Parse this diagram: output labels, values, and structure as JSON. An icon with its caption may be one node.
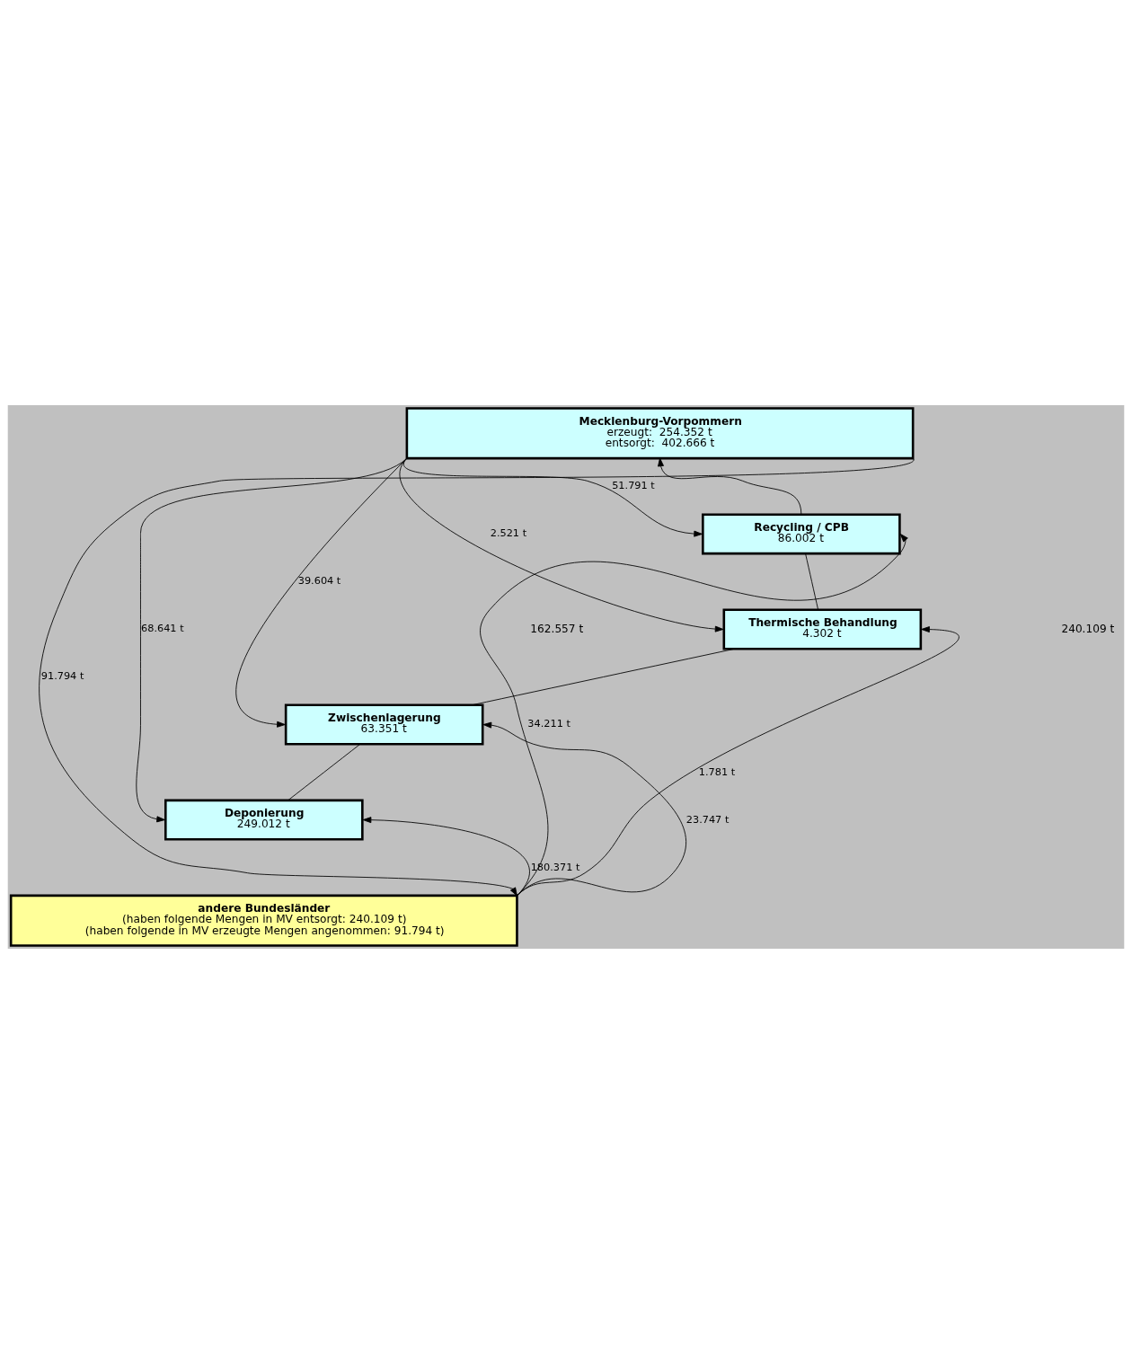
{
  "diagram": {
    "nodes": [
      {
        "text": [
          "Mecklenburg-Vorpommern",
          "erzeugt:  254.352 t",
          "entsorgt:  402.666 t"
        ]
      },
      {
        "text": [
          "Recycling / CPB",
          "86.002 t"
        ]
      },
      {
        "text": [
          "Thermische Behandlung",
          "4.302 t"
        ]
      },
      {
        "text": [
          "Zwischenlagerung",
          "63.351 t"
        ]
      },
      {
        "text": [
          "Deponierung",
          "249.012 t"
        ]
      },
      {
        "text": [
          "andere Bundesländer",
          "(haben folgende Mengen in MV entsorgt: 240.109 t)",
          "(haben folgende in MV erzeugte Mengen angenommen: 91.794 t)"
        ]
      }
    ],
    "edges": [
      {
        "from": 1,
        "to": 0,
        "arrow": "to"
      },
      {
        "from": 1,
        "to": 2,
        "arrow": "none"
      },
      {
        "from": 2,
        "to": 3,
        "arrow": "none"
      },
      {
        "from": 3,
        "to": 4,
        "arrow": "none"
      },
      {
        "from": 0,
        "to": 1,
        "arrow": "to",
        "label": "51.791 t"
      },
      {
        "from": 0,
        "to": 2,
        "arrow": "to",
        "label": "2.521 t"
      },
      {
        "from": 0,
        "to": 3,
        "arrow": "to",
        "label": "39.604 t"
      },
      {
        "from": 0,
        "to": 4,
        "arrow": "to",
        "label": "68.641 t"
      },
      {
        "from": 5,
        "to": 1,
        "arrow": "to",
        "label": "34.211 t"
      },
      {
        "from": 5,
        "to": 2,
        "arrow": "to",
        "label": "1.781 t"
      },
      {
        "from": 5,
        "to": 3,
        "arrow": "to",
        "label": "23.747 t"
      },
      {
        "from": 5,
        "to": 4,
        "arrow": "to",
        "label": "180.371 t"
      },
      {
        "from": 0,
        "to": 5,
        "arrow": "to",
        "label": "91.794 t"
      }
    ],
    "labels": [
      "162.557 t",
      "240.109 t"
    ]
  }
}
